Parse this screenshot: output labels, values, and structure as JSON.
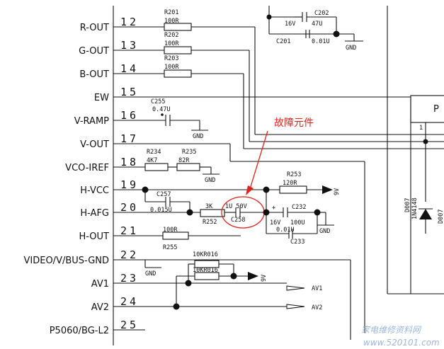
{
  "pins": [
    {
      "label": "R-OUT",
      "number": "12"
    },
    {
      "label": "G-OUT",
      "number": "13"
    },
    {
      "label": "B-OUT",
      "number": "14"
    },
    {
      "label": "EW",
      "number": "15"
    },
    {
      "label": "V-RAMP",
      "number": "16"
    },
    {
      "label": "V-OUT",
      "number": "17"
    },
    {
      "label": "VCO-IREF",
      "number": "18"
    },
    {
      "label": "H-VCC",
      "number": "19"
    },
    {
      "label": "H-AFG",
      "number": "20"
    },
    {
      "label": "H-OUT",
      "number": "21"
    },
    {
      "label": "VIDEO/V/BUS-GND",
      "number": "22"
    },
    {
      "label": "AV1",
      "number": "23"
    },
    {
      "label": "AV2",
      "number": "24"
    },
    {
      "label": "P5060/BG-L2",
      "number": "25"
    }
  ],
  "components": {
    "r201": {
      "ref": "R201",
      "value": "100R"
    },
    "r202": {
      "ref": "R202",
      "value": "100R"
    },
    "r203": {
      "ref": "R203",
      "value": "100R"
    },
    "c202": {
      "ref": "C202",
      "value": "47U",
      "voltage": "16V"
    },
    "c201": {
      "ref": "C201",
      "value": "0.01U"
    },
    "c255": {
      "ref": "C255",
      "value": "0.47U"
    },
    "r234": {
      "ref": "R234",
      "value": "4K7"
    },
    "r235": {
      "ref": "R235",
      "value": "82R"
    },
    "r253": {
      "ref": "R253",
      "value": "120R"
    },
    "c257": {
      "ref": "C257",
      "value": "0.015U"
    },
    "r252": {
      "ref": "R252",
      "value": "3K"
    },
    "c258": {
      "ref": "C258",
      "value": "1U 50V"
    },
    "c232": {
      "ref": "C232",
      "value": "100U",
      "voltage": "16V"
    },
    "c233": {
      "ref": "C233",
      "value": "0.01U"
    },
    "r255": {
      "ref": "R255",
      "value": "100R"
    },
    "r216a": {
      "value": "10KR016"
    },
    "r216b": {
      "value": "10KR016"
    },
    "d007": {
      "ref": "D007",
      "part": "1N4148"
    },
    "ic_p": {
      "label": "P"
    }
  },
  "labels": {
    "gnd": "GND",
    "v9": "9V",
    "av1_out": "AV1",
    "av2_out": "AV2",
    "fault_note": "故障元件",
    "watermark": "家电维修资料网",
    "watermark_url": "www.520101.com"
  },
  "colors": {
    "annotation": "#e0221c",
    "watermark": "#9db7d8"
  }
}
